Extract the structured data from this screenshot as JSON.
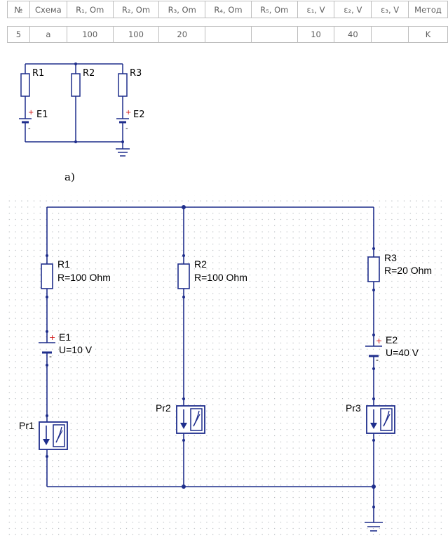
{
  "table": {
    "headers": [
      "№",
      "Схема",
      "R₁, Om",
      "R₂, Om",
      "R₃, Om",
      "R₄, Om",
      "R₅, Om",
      "ε₁, V",
      "ε₂, V",
      "ε₃, V",
      "Метод"
    ],
    "row": [
      "5",
      "a",
      "100",
      "100",
      "20",
      "",
      "",
      "10",
      "40",
      "",
      "K"
    ]
  },
  "schematic_small": {
    "labels": {
      "r1": "R1",
      "r2": "R2",
      "r3": "R3",
      "e1": "E1",
      "e2": "E2"
    },
    "caption": "a)"
  },
  "schematic_main": {
    "r1": {
      "name": "R1",
      "value": "R=100 Ohm"
    },
    "r2": {
      "name": "R2",
      "value": "R=100 Ohm"
    },
    "r3": {
      "name": "R3",
      "value": "R=20 Ohm"
    },
    "e1": {
      "name": "E1",
      "value": "U=10 V"
    },
    "e2": {
      "name": "E2",
      "value": "U=40 V"
    },
    "pr1": {
      "name": "Pr1"
    },
    "pr2": {
      "name": "Pr2"
    },
    "pr3": {
      "name": "Pr3"
    }
  },
  "colors": {
    "wire": "#1f2e8c",
    "component": "#1f2e8c",
    "plus": "#d01010",
    "grid_dot": "#9aa0a6",
    "table_border": "#bdbdbd",
    "table_text": "#606060"
  }
}
